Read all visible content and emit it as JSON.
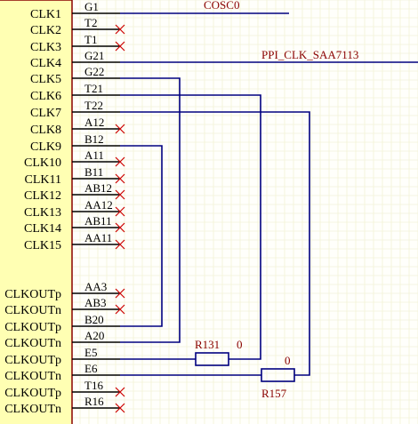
{
  "colors": {
    "component_fill": "#ffffb3",
    "component_border": "#8a0000",
    "wire": "#000080",
    "pin_line": "#000000",
    "no_connect": "#cc0000",
    "grid": "#eeeecc"
  },
  "pins": [
    {
      "label": "CLK1",
      "pin": "G1"
    },
    {
      "label": "CLK2",
      "pin": "T2"
    },
    {
      "label": "CLK3",
      "pin": "T1"
    },
    {
      "label": "CLK4",
      "pin": "G21"
    },
    {
      "label": "CLK5",
      "pin": "G22"
    },
    {
      "label": "CLK6",
      "pin": "T21"
    },
    {
      "label": "CLK7",
      "pin": "T22"
    },
    {
      "label": "CLK8",
      "pin": "A12"
    },
    {
      "label": "CLK9",
      "pin": "B12"
    },
    {
      "label": "CLK10",
      "pin": "A11"
    },
    {
      "label": "CLK11",
      "pin": "B11"
    },
    {
      "label": "CLK12",
      "pin": "AB12"
    },
    {
      "label": "CLK13",
      "pin": "AA12"
    },
    {
      "label": "CLK14",
      "pin": "AB11"
    },
    {
      "label": "CLK15",
      "pin": "AA11"
    },
    {
      "label": "CLKOUTp",
      "pin": "AA3"
    },
    {
      "label": "CLKOUTn",
      "pin": "AB3"
    },
    {
      "label": "CLKOUTp",
      "pin": "B20"
    },
    {
      "label": "CLKOUTn",
      "pin": "A20"
    },
    {
      "label": "CLKOUTp",
      "pin": "E5"
    },
    {
      "label": "CLKOUTn",
      "pin": "E6"
    },
    {
      "label": "CLKOUTp",
      "pin": "T16"
    },
    {
      "label": "CLKOUTn",
      "pin": "R16"
    }
  ],
  "net_labels": {
    "cosc": "COSC0",
    "ppi": "PPI_CLK_SAA7113"
  },
  "resistors": {
    "r131": {
      "ref": "R131",
      "value": "0"
    },
    "r157": {
      "ref": "R157",
      "value": "0"
    }
  }
}
